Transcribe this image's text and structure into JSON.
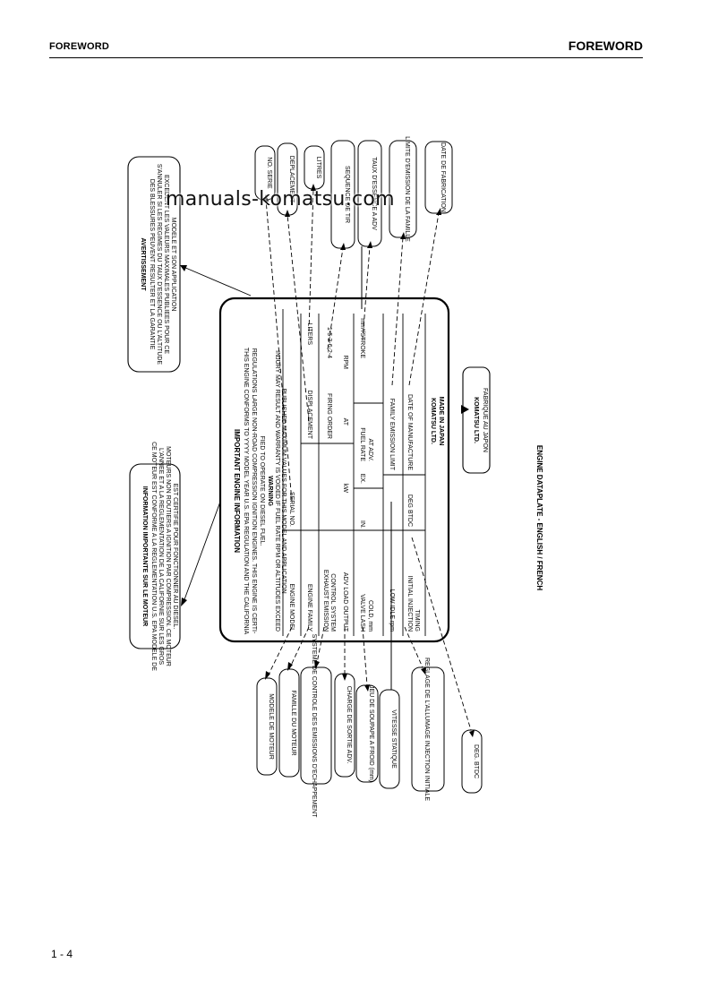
{
  "header": {
    "left": "FOREWORD",
    "right": "FOREWORD"
  },
  "watermark": "manuals-komatsu.com",
  "page_number": "1 - 4",
  "caption": "ENGINE DATAPLATE - ENGLISH / FRENCH",
  "plate": {
    "title": "IMPORTANT ENGINE INFORMATION",
    "intro": [
      "THIS ENGINE CONFORMS TO YYYY MODEL YEAR U.S. EPA REGULATION AND THE CALIFORNIA",
      "REGULATIONS LARGE NON-ROAD COMPRESSION IGNITION ENGINES. THIS ENGINE IS CERTI-",
      "FIED TO OPERATE ON DIESEL FUEL."
    ],
    "warning_title": "WARNING",
    "warning": [
      "INJURY MAY RESULT AND WARRANTY IS VOIDED IF FUEL RATE RPM OR ALTITUDES EXCEED",
      "PUBLISHED MAXIMUM VALUES FOR THIS MODEL AND APPLICATION"
    ],
    "rows": {
      "engine_model": "ENGINE MODEL",
      "serial_no": "SERIAL NO.",
      "engine_family": "ENGINE FAMILY",
      "displacement": "DISPLACEMENT",
      "liters": "LITERS",
      "exhaust_emission": "EXHAUST EMISSION",
      "control_system": "CONTROL SYSTEM",
      "firing_order": "FIRING ORDER",
      "firing_value": "1-5-3-6-2-4",
      "adv_load_output": "ADV LOAD OUTPUT",
      "kw": "kW",
      "at": "AT",
      "rpm": "RPM",
      "valve_lash": "VALVE LASH",
      "cold": "COLD, mm",
      "in": "IN.",
      "ex": "EX.",
      "fuel_rate": "FUEL RATE",
      "at_adv": "AT ADV.",
      "mm_stroke": "mm³/STROKE",
      "low_idle": "LOW IDLE rpm",
      "initial_injection": "INITIAL INJECTION",
      "timing": "TIMING",
      "deg_btdc": "DEG BTDC",
      "family_emission_limit": "FAMILY EMISSION LIMIT",
      "date_of_manufacture": "DATE OF MANUFACTURE",
      "maker": "KOMATSU LTD.",
      "made_in": "MADE IN JAPAN"
    }
  },
  "small_box": {
    "line1": "KOMATSU LTD.",
    "line2": "FABRIQUE AU JAPON"
  },
  "french_left_box": {
    "title": "INFORMATION IMPORTANTE SUR LE MOTEUR",
    "lines": [
      "CE MOTEUR EST CONFORME A LA REGLEMENTATION U.S. EPA MODELE DE",
      "L'ANNEE ET A LA REGLEMENTATION DE LA CALIFORNIE SUR LES GROS",
      "MOTEURS NON ROUTIERS A IGNITION PAR COMPRESSION. CE MOTEUR",
      "EST CERTIFIE POUR FONCTIONNER AU DIESEL."
    ]
  },
  "french_right_box": {
    "title": "AVERTISSEMENT",
    "lines": [
      "DES BLESSURES PEUVENT RESULTER ET LA GARANTIE",
      "S'ANNULER SI LES REGIMES DU TAUX D'ESSENCE OU L'ALTITUDE",
      "EXCEDENT LES VALEURS MAXIMALES PUBLIEES POUR CE",
      "MODELE ET SON APPLICATION"
    ]
  },
  "labels_bottom": [
    "MODELE DE MOTEUR",
    "FAMILLE DU MOTEUR",
    "SYSTEME DE CONTROLE DES EMISSIONS D'ECHAPPEMENT",
    "CHARGE DE SORTIE ADV.",
    "JEU DE SOUPAPE A FROID (mm)",
    "VITESSE STATIQUE",
    "REGLAGE DE L'ALLUMAGE INJECTION INITIALE",
    "DEG. BTDC"
  ],
  "labels_top": [
    "NO. SERIE",
    "DEPLACEMENT",
    "LITRES",
    "SEQUENCE DE TIR",
    "TAUX D'ESSENCE A ADV",
    "LIMITE D'EMISSION DE LA FAMILLE",
    "DATE DE FABRICATION"
  ],
  "colors": {
    "ink": "#000000",
    "paper": "#ffffff"
  }
}
